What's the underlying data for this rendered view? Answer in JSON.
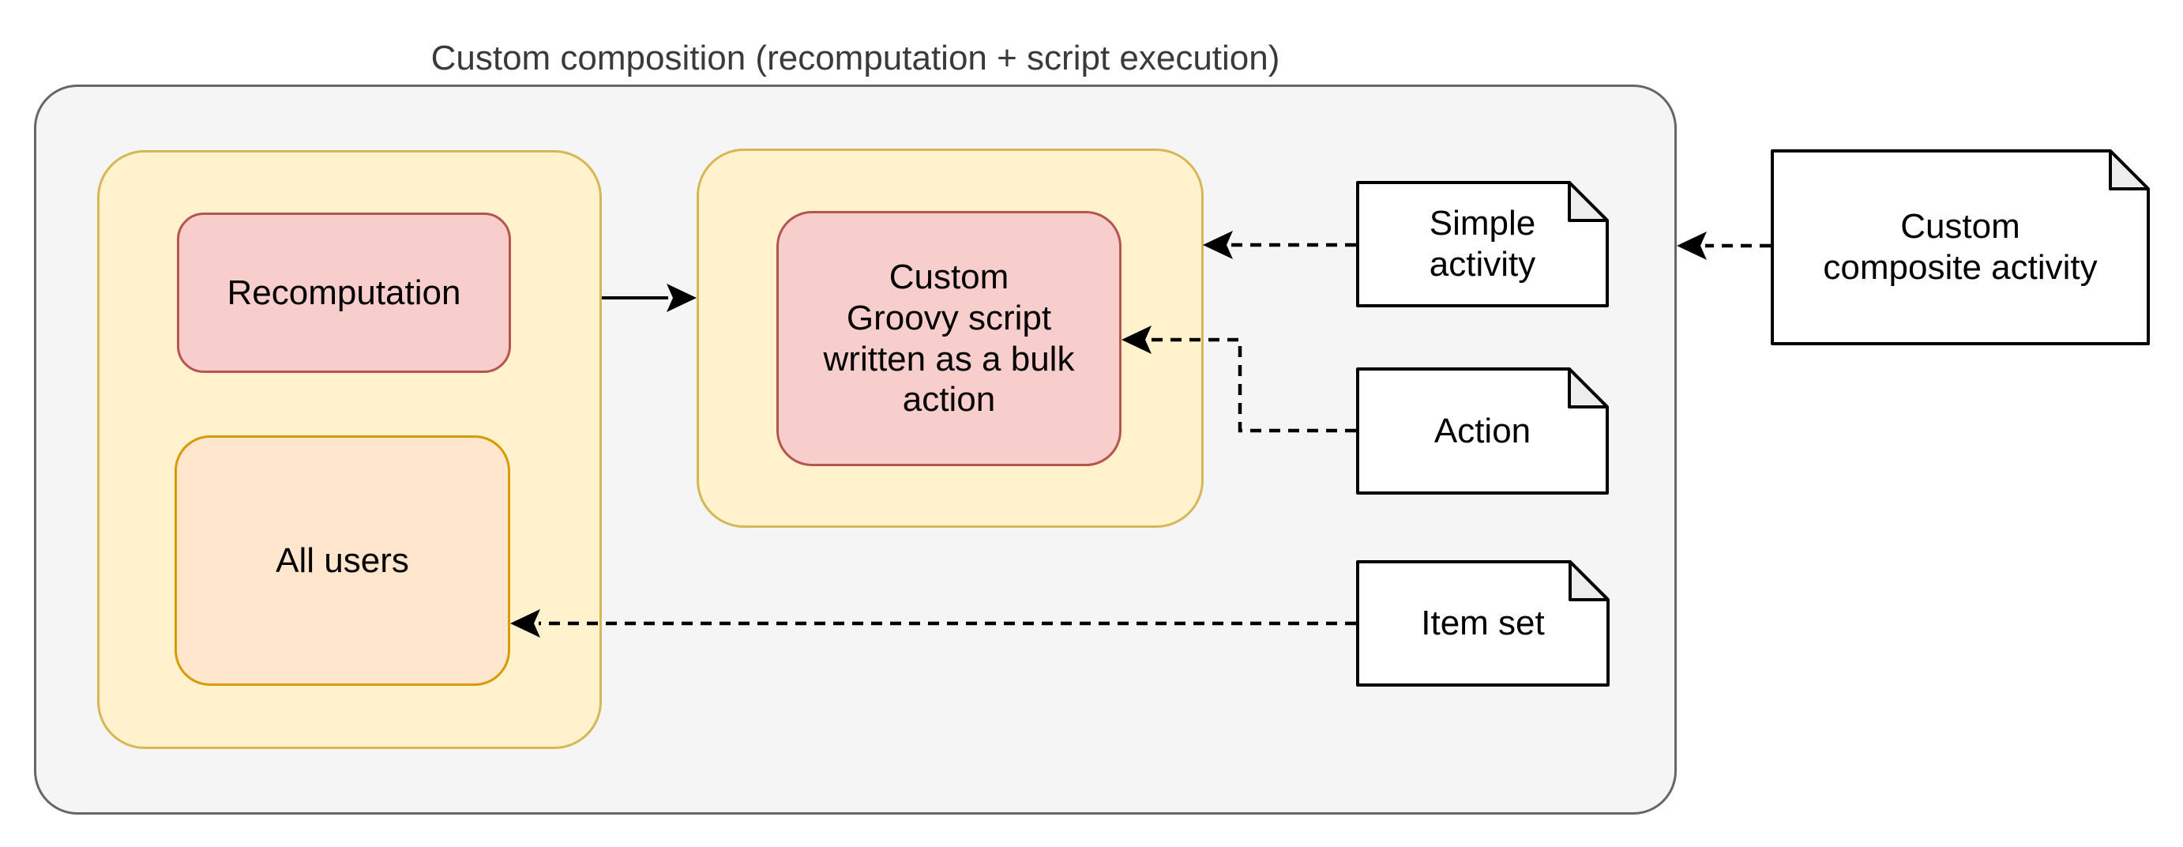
{
  "diagram": {
    "title": "Custom composition (recomputation + script execution)",
    "nodes": {
      "recomputation": {
        "label": "Recomputation"
      },
      "all_users": {
        "label": "All users"
      },
      "groovy_script": {
        "label": "Custom\nGroovy script\nwritten as a bulk\naction"
      }
    },
    "notes": {
      "simple_activity": {
        "label": "Simple\nactivity"
      },
      "action": {
        "label": "Action"
      },
      "item_set": {
        "label": "Item set"
      },
      "custom_composite": {
        "label": "Custom\ncomposite activity"
      }
    },
    "colors": {
      "outer_fill": "#f5f5f5",
      "outer_stroke": "#666666",
      "group_fill": "#fff2cc",
      "group_stroke": "#d6b656",
      "node_fill": "#f8cecc",
      "node_stroke": "#b85450",
      "users_fill": "#ffe6cc",
      "users_stroke": "#d79b00",
      "note_fill": "#ffffff",
      "note_fold_fill": "#ededed",
      "note_stroke": "#000000",
      "connector": "#000000",
      "title_color": "#3a3a3a"
    }
  }
}
